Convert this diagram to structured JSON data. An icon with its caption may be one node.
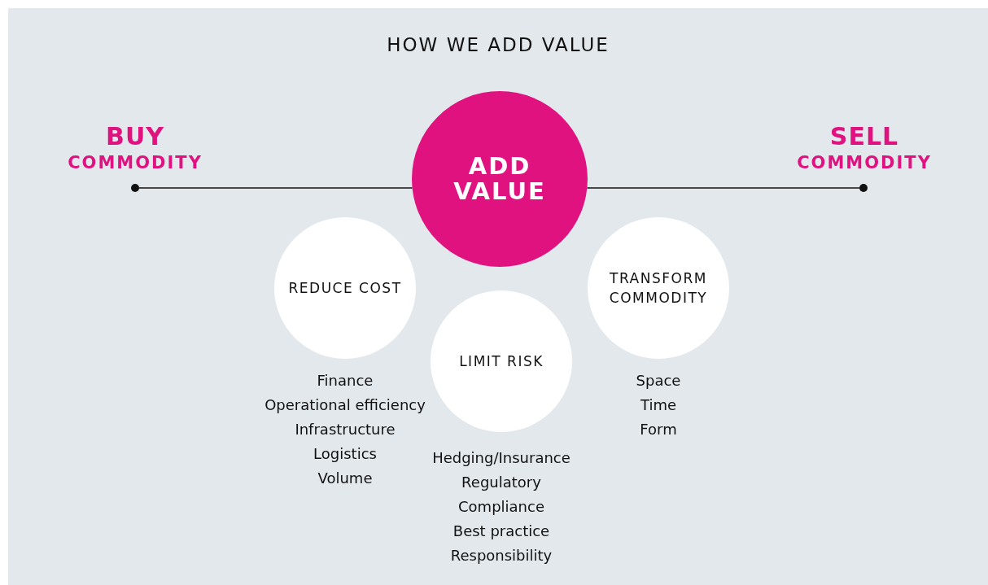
{
  "diagram": {
    "title": "HOW WE ADD VALUE",
    "nodes": [
      {
        "text": [
          "BUY",
          "COMMODITY"
        ]
      },
      {
        "text": [],
        "shape": "circle"
      },
      {
        "text": [
          "ADD VALUE"
        ]
      },
      {
        "text": [],
        "shape": "circle"
      },
      {
        "text": [
          "SELL",
          "COMMODITY"
        ]
      },
      {
        "text": [
          "REDUCE COST"
        ],
        "beside": [
          "Finance",
          "Operational efficiency",
          "Infrastructure",
          "Logistics",
          "Volume"
        ]
      },
      {
        "text": [
          "LIMIT RISK"
        ],
        "beside": [
          "Hedging/Insurance",
          "Regulatory",
          "Compliance",
          "Best practice",
          "Responsibility"
        ]
      },
      {
        "text": [
          "TRANSFORM COMMODITY"
        ],
        "beside": [
          "Space",
          "Time",
          "Form"
        ]
      }
    ],
    "edges": [
      {
        "from": 1,
        "to": 2,
        "arrow": "none"
      },
      {
        "from": 2,
        "to": 3,
        "arrow": "none"
      }
    ]
  }
}
